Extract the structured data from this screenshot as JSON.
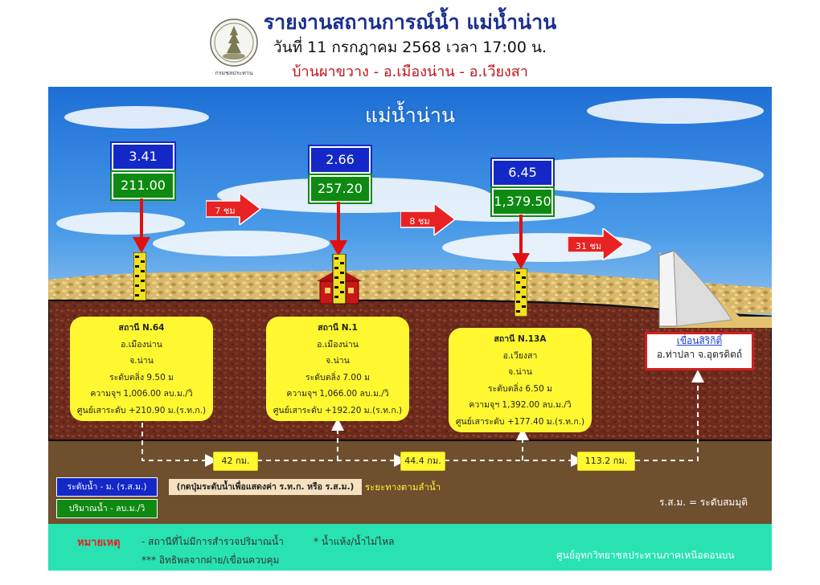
{
  "header": {
    "title": "รายงานสถานการณ์น้ำ แม่น้ำน่าน",
    "date": "วันที่ 11 กรกฎาคม 2568 เวลา 17:00 น.",
    "route": "บ้านผาขวาง - อ.เมืองน่าน -  อ.เวียงสา",
    "logo_caption": "กรมชลประทาน"
  },
  "scene": {
    "river_name": "แม่น้ำน่าน"
  },
  "stations": [
    {
      "level": "3.41",
      "flow": "211.00",
      "name": "สถานี N.64",
      "district": "อ.เมืองน่าน",
      "province": "จ.น่าน",
      "bank_level": "ระดับตลิ่ง 9.50 ม",
      "capacity": "ความจุฯ 1,006.00 ลบ.ม./วิ",
      "datum": "ศูนย์เสาระดับ +210.90 ม.(ร.ท.ก.)"
    },
    {
      "level": "2.66",
      "flow": "257.20",
      "name": "สถานี N.1",
      "district": "อ.เมืองน่าน",
      "province": "จ.น่าน",
      "bank_level": "ระดับตลิ่ง 7.00 ม",
      "capacity": "ความจุฯ 1,066.00 ลบ.ม./วิ",
      "datum": "ศูนย์เสาระดับ +192.20 ม.(ร.ท.ก.)"
    },
    {
      "level": "6.45",
      "flow": "1,379.50",
      "name": "สถานี N.13A",
      "district": "อ.เวียงสา",
      "province": "จ.น่าน",
      "bank_level": "ระดับตลิ่ง 6.50 ม",
      "capacity": "ความจุฯ 1,392.00 ลบ.ม./วิ",
      "datum": "ศูนย์เสาระดับ +177.40 ม.(ร.ท.ก.)"
    }
  ],
  "travel_times": [
    "7 ชม",
    "8 ชม",
    "31 ชม"
  ],
  "distances": [
    "42 กม.",
    "44.4 กม.",
    "113.2 กม."
  ],
  "dam": {
    "name": "เขื่อนสิริกิติ์",
    "location": "อ.ท่าปลา จ.อุตรดิตถ์"
  },
  "legend": {
    "level_label": "ระดับน้ำ - ม. (ร.ส.ม.)",
    "flow_label": "ปริมาณน้ำ - ลบ.ม./วิ",
    "button_note": "(กดปุ่มระดับน้ำเพื่อแสดงค่า ร.ท.ก. หรือ ร.ส.ม.)",
    "distance_label": "ระยะทางตามลำน้ำ",
    "abbr_note": "ร.ส.ม. = ระดับสมมุติ"
  },
  "footer": {
    "remark_label": "หมายเหตุ",
    "remark_1": "-  สถานีที่ไม่มีการสำรวจปริมาณน้ำ",
    "remark_2": "*   น้ำแห้ง/น้ำไม่ไหล",
    "remark_3": "*** อิทธิพลจากฝาย/เขื่อนควบคุม",
    "center": "ศูนย์อุทกวิทยาชลประทานภาคเหนือตอนบน"
  },
  "colors": {
    "level_box": "#1428c8",
    "flow_box": "#0e8a12",
    "card": "#fff830",
    "arrow": "#e01010",
    "footer": "#28e2b2"
  }
}
